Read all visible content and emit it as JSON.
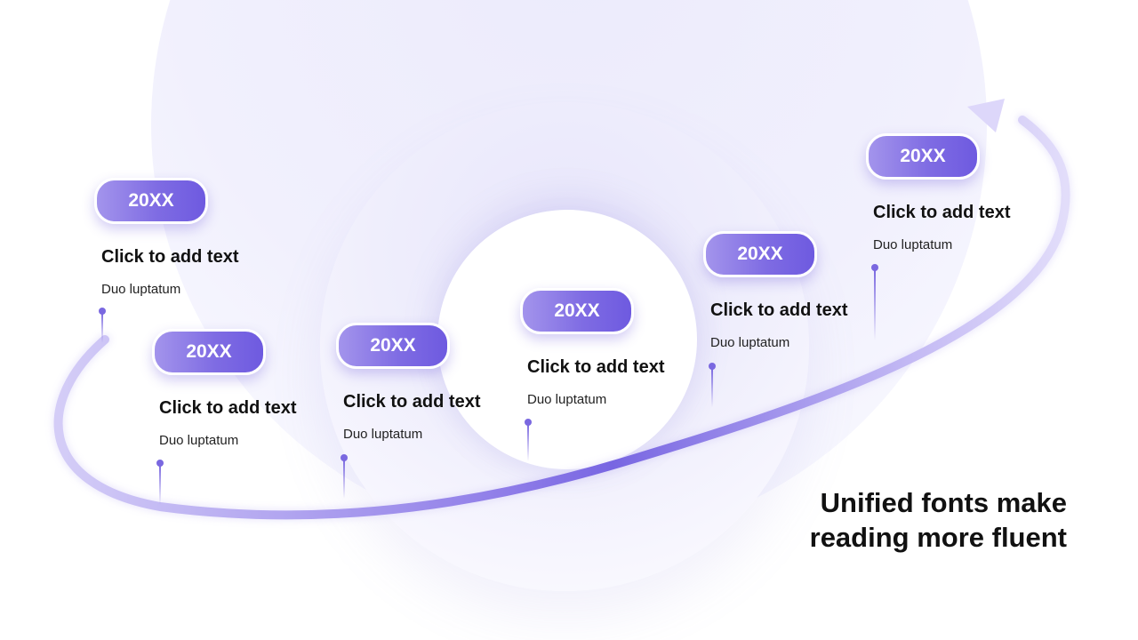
{
  "milestones": [
    {
      "year": "20XX",
      "title": "Click to add text",
      "desc": "Duo luptatum"
    },
    {
      "year": "20XX",
      "title": "Click to add text",
      "desc": "Duo luptatum"
    },
    {
      "year": "20XX",
      "title": "Click to add text",
      "desc": "Duo luptatum"
    },
    {
      "year": "20XX",
      "title": "Click to add text",
      "desc": "Duo luptatum"
    },
    {
      "year": "20XX",
      "title": "Click to add text",
      "desc": "Duo luptatum"
    },
    {
      "year": "20XX",
      "title": "Click to add text",
      "desc": "Duo luptatum"
    }
  ],
  "caption": {
    "line1": "Unified fonts make",
    "line2": "reading more fluent"
  },
  "colors": {
    "accent": "#7f6ce3",
    "accent_light": "#a394ec",
    "ring": "#efeefc"
  }
}
